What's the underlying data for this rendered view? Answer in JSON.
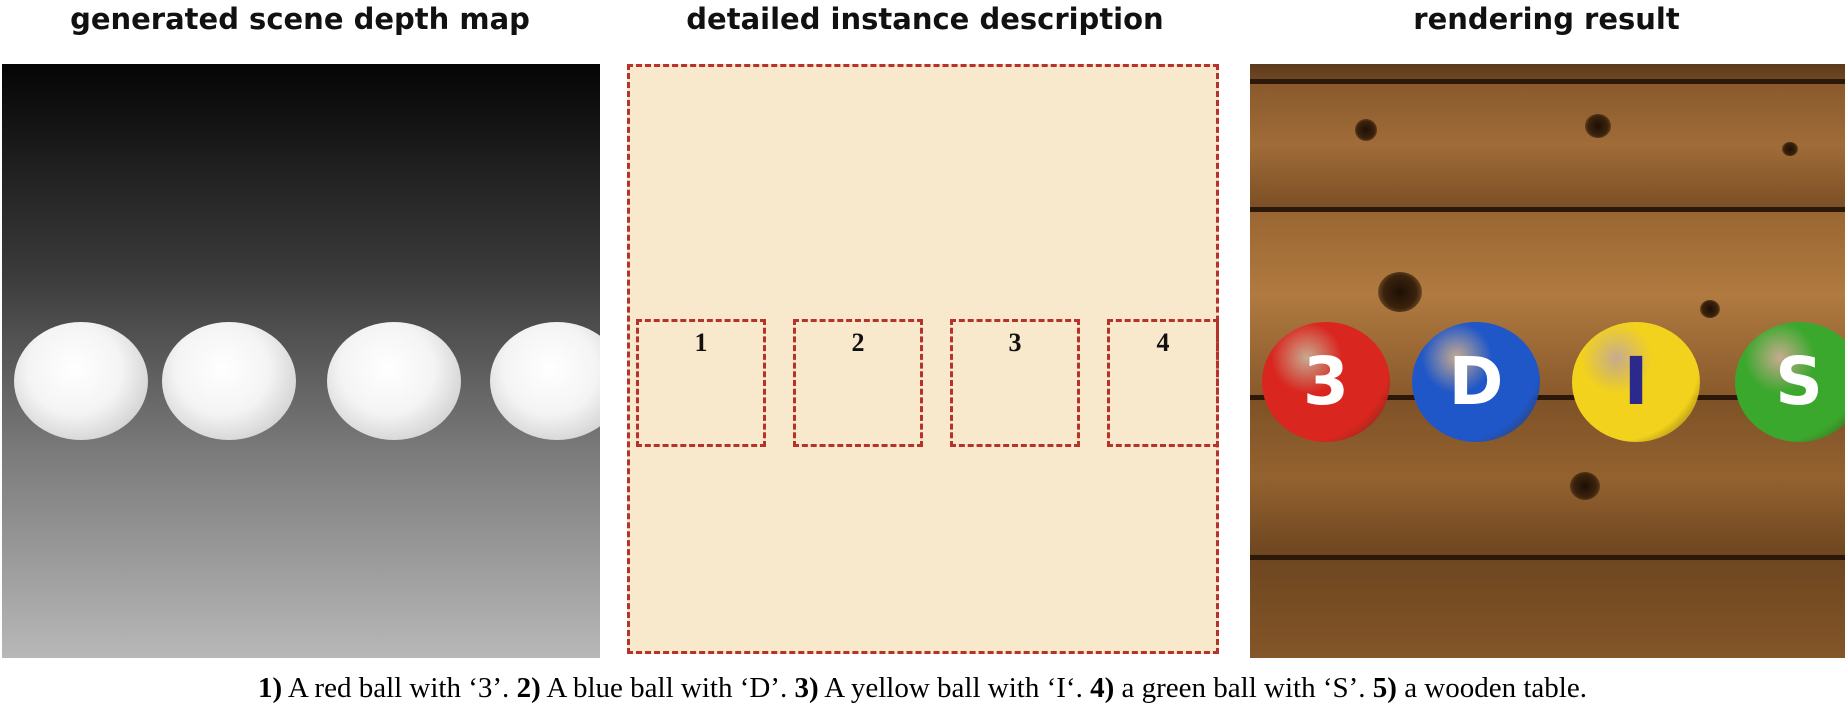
{
  "titles": {
    "depth": "generated scene depth map",
    "instance": "detailed instance description",
    "render": "rendering result"
  },
  "instance_boxes": [
    "1",
    "2",
    "3",
    "4"
  ],
  "render_balls": [
    {
      "letter": "3",
      "color": "#d9261f",
      "text_color": "#ffffff"
    },
    {
      "letter": "D",
      "color": "#1f56c8",
      "text_color": "#ffffff"
    },
    {
      "letter": "I",
      "color": "#f2d21c",
      "text_color": "#2b2a8c"
    },
    {
      "letter": "S",
      "color": "#3aa82c",
      "text_color": "#ffffff"
    }
  ],
  "caption": [
    {
      "num": "1)",
      "text": " A red ball with ‘3’. "
    },
    {
      "num": "2)",
      "text": " A blue ball with ‘D’. "
    },
    {
      "num": "3)",
      "text": " A yellow ball with ‘I‘. "
    },
    {
      "num": "4)",
      "text": " a green ball with ‘S’. "
    },
    {
      "num": "5)",
      "text": " a wooden table."
    }
  ],
  "colors": {
    "dash": "#b5332b",
    "instance_fill": "#f8e8cc",
    "wood": "#7a4f27"
  }
}
